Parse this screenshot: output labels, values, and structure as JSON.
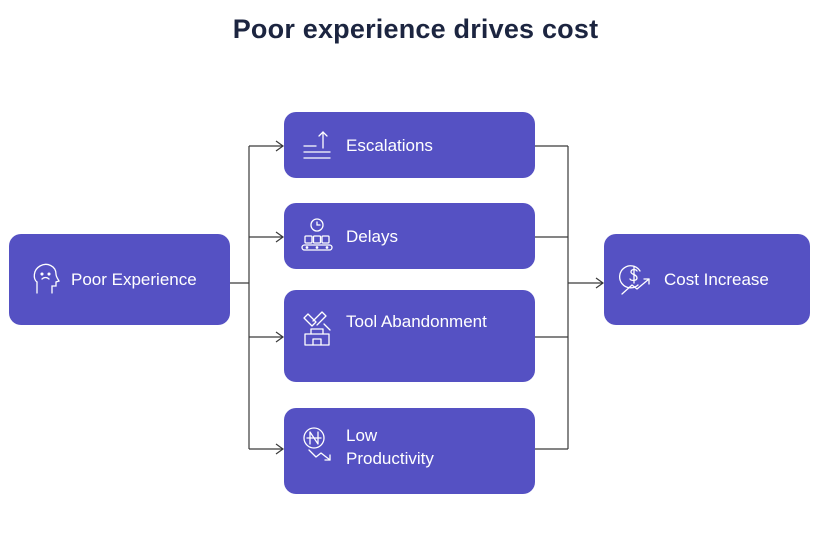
{
  "title": "Poor experience drives cost",
  "source": {
    "label": "Poor Experience",
    "icon": "sad-face-head-icon"
  },
  "causes": [
    {
      "label": "Escalations",
      "icon": "escalation-arrow-up-icon"
    },
    {
      "label": "Delays",
      "icon": "clock-queue-icon"
    },
    {
      "label": "Tool Abandonment",
      "icon": "abandoned-tool-icon"
    },
    {
      "label_line1": "Low",
      "label_line2": "Productivity",
      "icon": "downward-trend-currency-icon"
    }
  ],
  "result": {
    "label": "Cost Increase",
    "icon": "dollar-trend-up-icon"
  },
  "colors": {
    "node": "#5551c3",
    "title": "#1c2540",
    "connector": "#3a3a3a",
    "text": "#ffffff"
  }
}
